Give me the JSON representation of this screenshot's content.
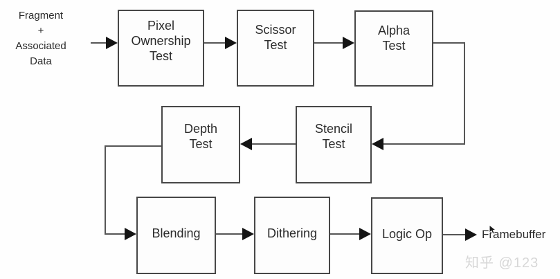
{
  "colors": {
    "box_border": "#474747",
    "line": "#565656",
    "arrow": "#141414",
    "text": "#2b2b2b",
    "watermark": "#d7d7d7"
  },
  "source": {
    "lines": [
      "Fragment",
      "+",
      "Associated",
      "Data"
    ]
  },
  "nodes": {
    "pixel_ownership": {
      "lines": [
        "Pixel",
        "Ownership",
        "Test"
      ]
    },
    "scissor": {
      "lines": [
        "Scissor",
        "Test"
      ]
    },
    "alpha": {
      "lines": [
        "Alpha",
        "Test"
      ]
    },
    "depth": {
      "lines": [
        "Depth",
        "Test"
      ]
    },
    "stencil": {
      "lines": [
        "Stencil",
        "Test"
      ]
    },
    "blending": {
      "lines": [
        "Blending"
      ]
    },
    "dithering": {
      "lines": [
        "Dithering"
      ]
    },
    "logic_op": {
      "lines": [
        "Logic Op"
      ]
    }
  },
  "sink": {
    "label": "Framebuffer"
  },
  "watermark": {
    "label": "知乎 @123"
  }
}
